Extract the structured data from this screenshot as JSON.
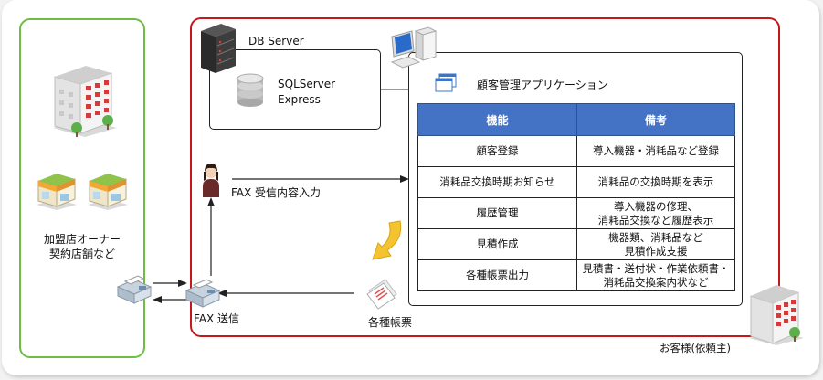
{
  "db_server": {
    "title": "DB Server",
    "engine_line1": "SQLServer",
    "engine_line2": "Express"
  },
  "app": {
    "title": "顧客管理アプリケーション",
    "table": {
      "headers": [
        "機能",
        "備考"
      ],
      "rows": [
        {
          "function": "顧客登録",
          "note_line1": "導入機器・消耗品など登録",
          "note_line2": ""
        },
        {
          "function": "消耗品交換時期お知らせ",
          "note_line1": "消耗品の交換時期を表示",
          "note_line2": ""
        },
        {
          "function": "履歴管理",
          "note_line1": "導入機器の修理、",
          "note_line2": "消耗品交換など履歴表示"
        },
        {
          "function": "見積作成",
          "note_line1": "機器類、消耗品など",
          "note_line2": "見積作成支援"
        },
        {
          "function": "各種帳票出力",
          "note_line1": "見積書・送付状・作業依頼書・",
          "note_line2": "消耗品交換案内状など"
        }
      ]
    }
  },
  "labels": {
    "franchise_line1": "加盟店オーナー",
    "franchise_line2": "契約店舗など",
    "fax_input": "FAX 受信内容入力",
    "fax_send": "FAX 送信",
    "documents": "各種帳票",
    "client": "お客様(依頼主)"
  },
  "colors": {
    "green_frame": "#6dbd45",
    "red_frame": "#c8161d",
    "table_header": "#4472c4"
  }
}
